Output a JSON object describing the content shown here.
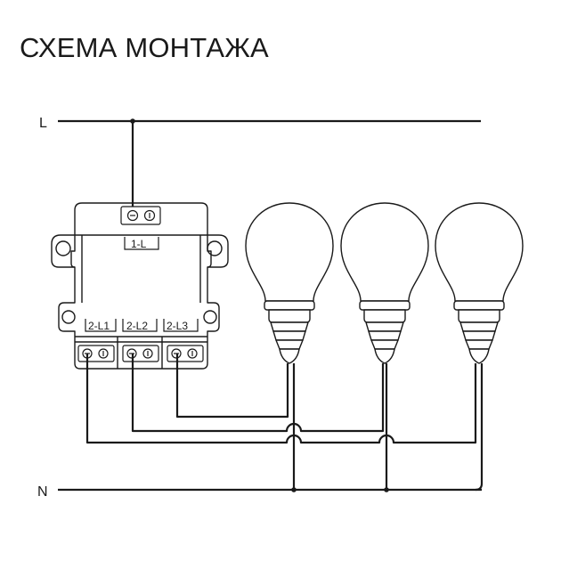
{
  "title": "СХЕМА МОНТАЖА",
  "lines": {
    "live": "L",
    "neutral": "N"
  },
  "terminals": {
    "input": "1-L",
    "outputs": [
      "2-L1",
      "2-L2",
      "2-L3"
    ]
  },
  "colors": {
    "stroke": "#1a1a1a",
    "background": "#ffffff"
  }
}
